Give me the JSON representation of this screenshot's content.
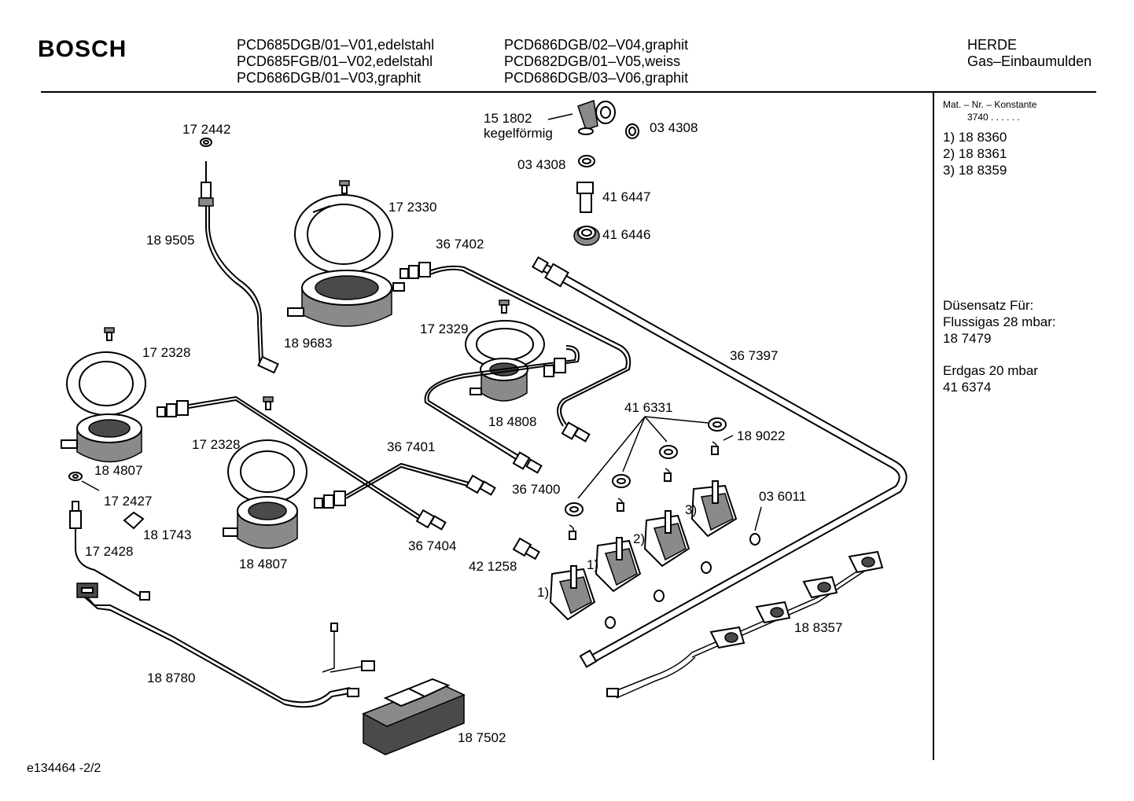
{
  "header": {
    "brand": "BOSCH",
    "models_col1": [
      "PCD685DGB/01–V01,edelstahl",
      "PCD685FGB/01–V02,edelstahl",
      "PCD686DGB/01–V03,graphit"
    ],
    "models_col2": [
      "PCD686DGB/02–V04,graphit",
      "PCD682DGB/01–V05,weiss",
      "PCD686DGB/03–V06,graphit"
    ],
    "category": [
      "HERDE",
      "Gas–Einbaumulden"
    ]
  },
  "side": {
    "mat_header": "Mat. – Nr. – Konstante",
    "mat_value": "3740 . . . . . .",
    "variants": [
      "1) 18 8360",
      "2) 18 8361",
      "3) 18 8359"
    ],
    "nozzle_set": [
      "Düsensatz Für:",
      "Flussigas 28 mbar:",
      "18 7479"
    ],
    "natural_gas": [
      "Erdgas 20 mbar",
      "41 6374"
    ]
  },
  "labels": {
    "l151802": "15 1802",
    "l_kegel": "kegelförmig",
    "l034308a": "03 4308",
    "l034308b": "03 4308",
    "l416447": "41 6447",
    "l416446": "41 6446",
    "l172442": "17 2442",
    "l172330": "17 2330",
    "l189505": "18 9505",
    "l367402": "36 7402",
    "l189683": "18 9683",
    "l172329": "17 2329",
    "l367397": "36 7397",
    "l172328a": "17 2328",
    "l184808": "18 4808",
    "l416331": "41 6331",
    "l189022": "18 9022",
    "l172328b": "17 2328",
    "l367401": "36 7401",
    "l184807a": "18 4807",
    "l367400": "36 7400",
    "l036011": "03 6011",
    "l172427": "17 2427",
    "l181743": "18 1743",
    "l172428": "17 2428",
    "l184807b": "18 4807",
    "l367404": "36 7404",
    "l421258": "42 1258",
    "l188357": "18 8357",
    "l188780": "18 8780",
    "l187502": "18 7502",
    "c3": "3)",
    "c2": "2)",
    "c1a": "1)",
    "c1b": "1)"
  },
  "footer": {
    "code": "e134464   -2/2"
  }
}
